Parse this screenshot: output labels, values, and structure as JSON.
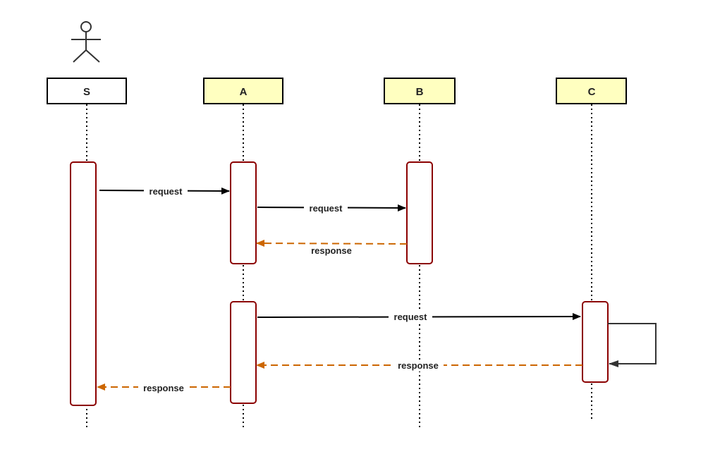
{
  "participants": [
    {
      "id": "S",
      "label": "S",
      "actor": true,
      "fill": "#ffffff"
    },
    {
      "id": "A",
      "label": "A",
      "actor": false,
      "fill": "#ffffc0"
    },
    {
      "id": "B",
      "label": "B",
      "actor": false,
      "fill": "#ffffc0"
    },
    {
      "id": "C",
      "label": "C",
      "actor": false,
      "fill": "#ffffc0"
    }
  ],
  "messages": [
    {
      "from": "S",
      "to": "A",
      "label": "request",
      "kind": "sync"
    },
    {
      "from": "A",
      "to": "B",
      "label": "request",
      "kind": "sync"
    },
    {
      "from": "B",
      "to": "A",
      "label": "response",
      "kind": "reply"
    },
    {
      "from": "A",
      "to": "C",
      "label": "request",
      "kind": "sync"
    },
    {
      "from": "C",
      "to": "C",
      "label": "",
      "kind": "self"
    },
    {
      "from": "C",
      "to": "A",
      "label": "response",
      "kind": "reply"
    },
    {
      "from": "A",
      "to": "S",
      "label": "response",
      "kind": "reply"
    }
  ],
  "colors": {
    "request": "#000000",
    "response": "#cc6600",
    "self_call": "#333333",
    "activation_border": "#8b0000",
    "participant_border": "#000000"
  }
}
